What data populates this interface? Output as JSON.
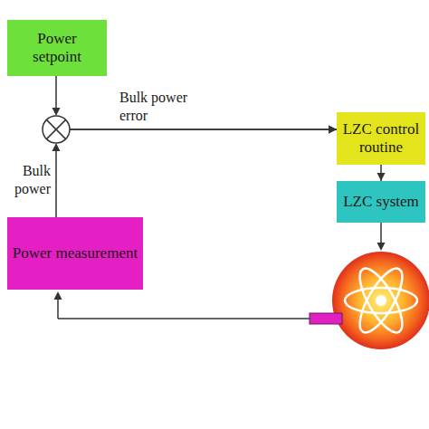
{
  "diagram": {
    "nodes": [
      {
        "text": [
          "Power setpoint"
        ]
      },
      {
        "text": [
          "LZC control routine"
        ]
      },
      {
        "text": [
          "LZC system"
        ]
      },
      {
        "text": [
          "Power measurement"
        ]
      }
    ],
    "edges": [
      {
        "from": 0,
        "to": 1,
        "arrow": "to"
      },
      {
        "from": 3,
        "to": 1,
        "label": "Bulk power",
        "arrow": "to"
      },
      {
        "from": 1,
        "to": 2,
        "arrow": "to"
      }
    ],
    "labels": [
      "Bulk power error"
    ]
  }
}
